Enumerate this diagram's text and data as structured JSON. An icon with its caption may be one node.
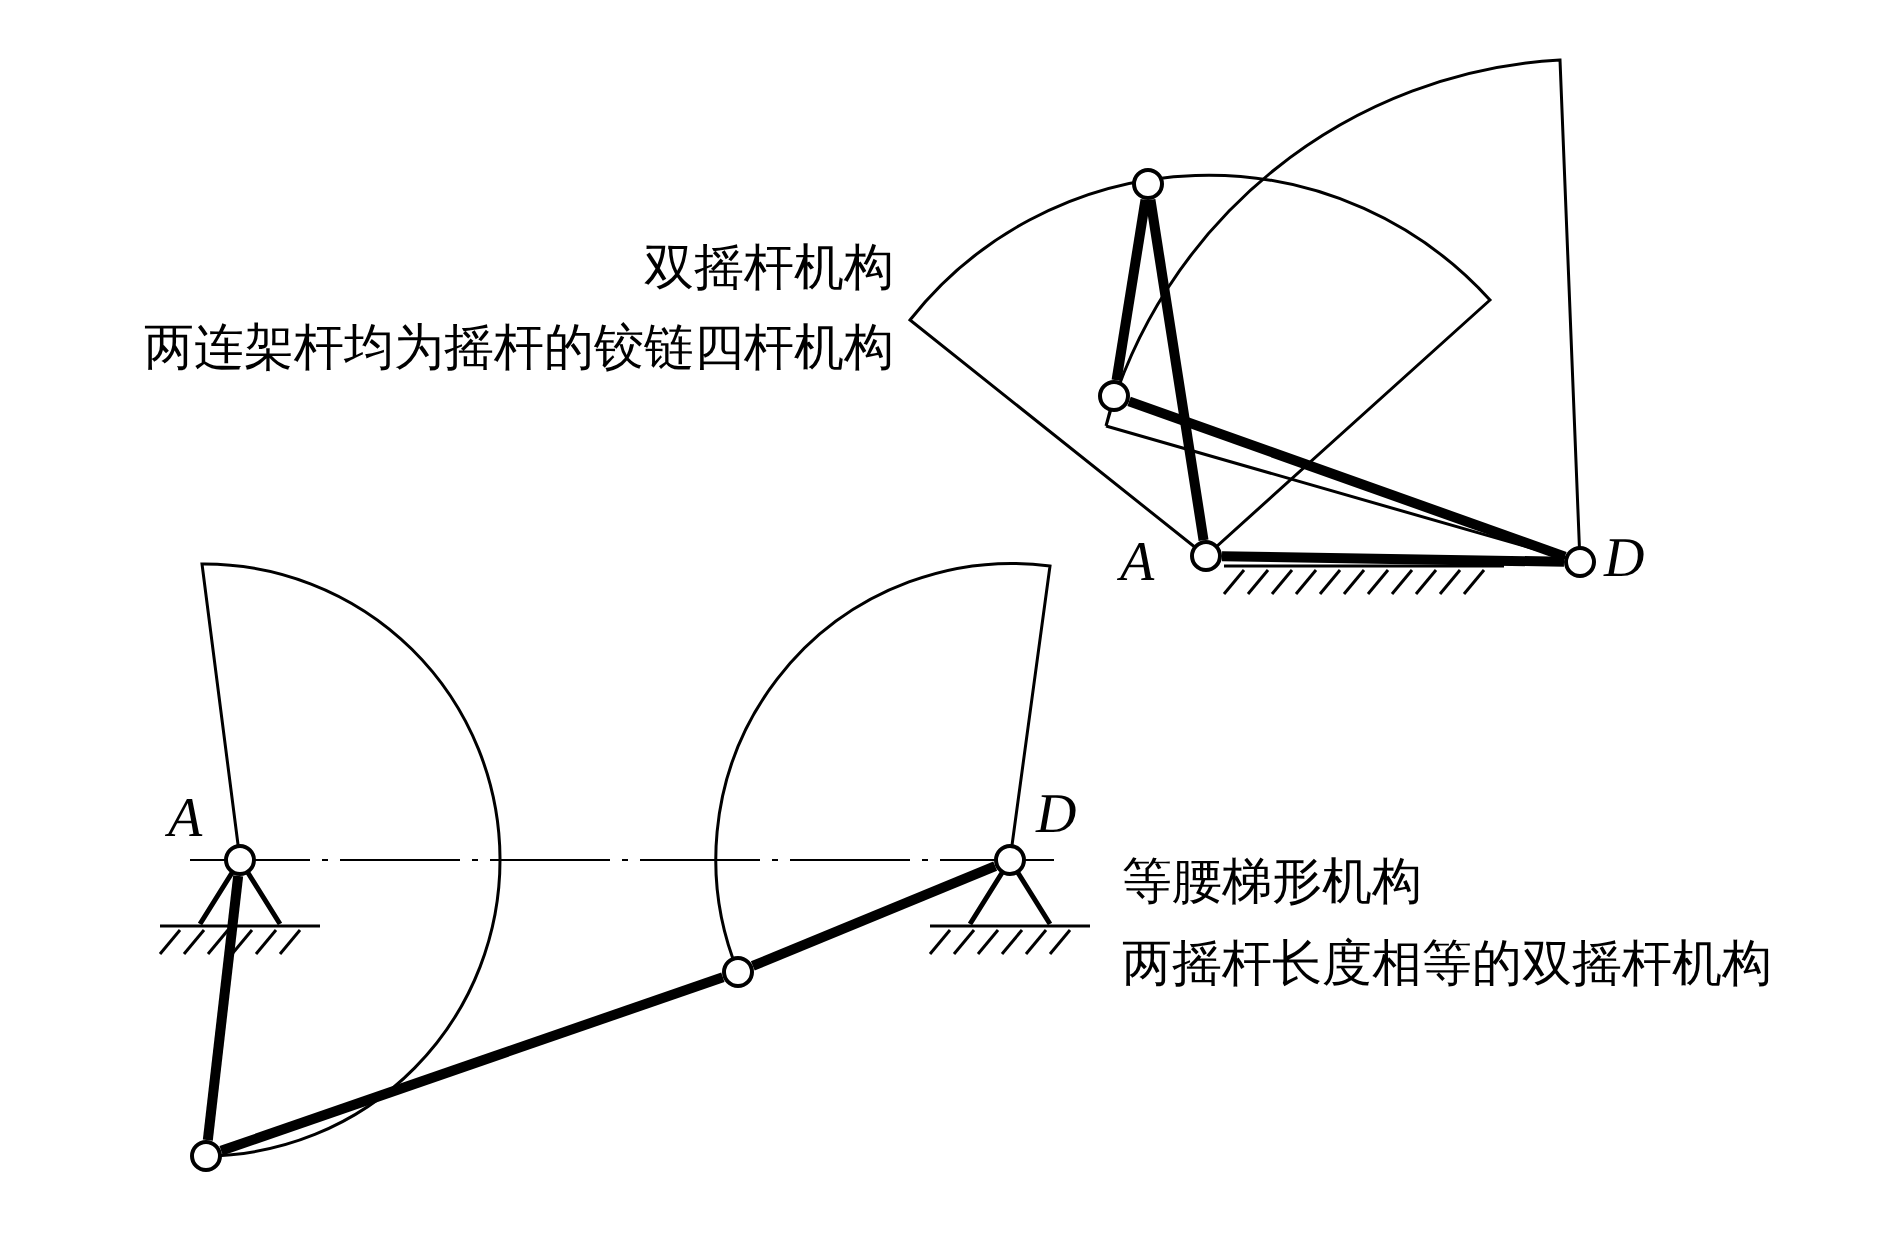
{
  "diagram": {
    "nodes": [
      {
        "text": [],
        "shape": "circle"
      },
      {
        "text": [],
        "shape": "circle"
      },
      {
        "text": [],
        "shape": "circle",
        "beside": [
          "A"
        ]
      },
      {
        "text": [],
        "shape": "circle",
        "beside": [
          "D"
        ]
      },
      {
        "text": [],
        "shape": "circle",
        "beside": [
          "A"
        ]
      },
      {
        "text": [],
        "shape": "circle",
        "beside": [
          "D"
        ]
      },
      {
        "text": [],
        "shape": "circle"
      },
      {
        "text": [],
        "shape": "circle"
      }
    ],
    "edges": [
      {
        "from": 2,
        "to": 0,
        "arrow": "none"
      },
      {
        "from": 0,
        "to": 1,
        "arrow": "none"
      },
      {
        "from": 1,
        "to": 3,
        "arrow": "none"
      },
      {
        "from": 2,
        "to": 3,
        "arrow": "none"
      },
      {
        "from": 4,
        "to": 7,
        "arrow": "none"
      },
      {
        "from": 7,
        "to": 6,
        "arrow": "none"
      },
      {
        "from": 6,
        "to": 5,
        "arrow": "none"
      }
    ],
    "labels": [
      "双摇杆机构",
      "两连架杆均为摇杆的铰链四杆机构",
      "等腰梯形机构",
      "两摇杆长度相等的双摇杆机构"
    ]
  }
}
